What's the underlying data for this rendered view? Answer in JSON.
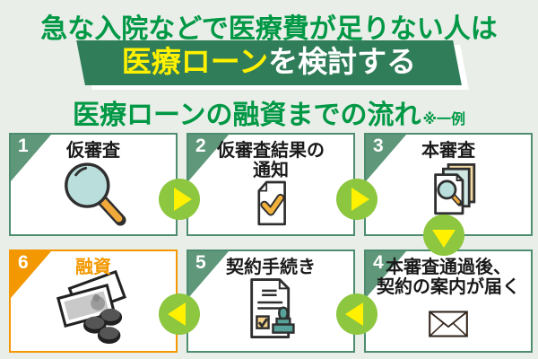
{
  "colors": {
    "bg": "#e9eee8",
    "title_green": "#009845",
    "band_green": "#2f7d59",
    "band_yellow": "#fff100",
    "card_border": "#4e8d6e",
    "corner_green": "#5e9779",
    "accent_orange": "#f39800",
    "arrow_green": "#8dc63f",
    "arrow_yellow": "#fff100",
    "text_dark": "#1a1a1a"
  },
  "header": {
    "line1": "急な入院などで医療費が足りない人は",
    "line2_highlight": "医療ローン",
    "line2_rest": "を検討する"
  },
  "section": {
    "title": "医療ローンの融資までの流れ",
    "note": "※一例"
  },
  "flow": {
    "steps": [
      {
        "number": "1",
        "label": "仮審査",
        "icon": "magnifier-icon",
        "highlighted": false
      },
      {
        "number": "2",
        "label": "仮審査結果の\n通知",
        "icon": "document-check-icon",
        "highlighted": false
      },
      {
        "number": "3",
        "label": "本審査",
        "icon": "documents-search-icon",
        "highlighted": false
      },
      {
        "number": "4",
        "label": "本審査通過後、\n契約の案内が届く",
        "icon": "envelope-icon",
        "highlighted": false
      },
      {
        "number": "5",
        "label": "契約手続き",
        "icon": "contract-stamp-icon",
        "highlighted": false
      },
      {
        "number": "6",
        "label": "融資",
        "icon": "money-icon",
        "highlighted": true
      }
    ],
    "arrows": [
      {
        "from": "1",
        "to": "2",
        "direction": "right"
      },
      {
        "from": "2",
        "to": "3",
        "direction": "right"
      },
      {
        "from": "3",
        "to": "4",
        "direction": "down"
      },
      {
        "from": "4",
        "to": "5",
        "direction": "left"
      },
      {
        "from": "5",
        "to": "6",
        "direction": "left"
      }
    ]
  }
}
